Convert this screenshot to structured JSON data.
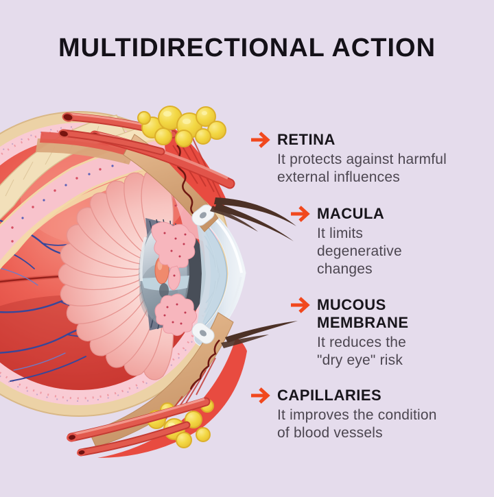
{
  "title": "MULTIDIRECTIONAL ACTION",
  "theme": {
    "background": "#e5dcec",
    "accent_arrow": "#f1481d",
    "heading_color": "#18151b",
    "body_color": "#4c4650"
  },
  "annotations": [
    {
      "id": "retina",
      "heading_lines": [
        "RETINA"
      ],
      "desc_lines": [
        "It protects against harmful",
        "external influences"
      ]
    },
    {
      "id": "macula",
      "heading_lines": [
        "MACULA"
      ],
      "desc_lines": [
        "It limits",
        "degenerative",
        "changes"
      ]
    },
    {
      "id": "mucous-membrane",
      "heading_lines": [
        "MUCOUS",
        "MEMBRANE"
      ],
      "desc_lines": [
        "It reduces the",
        "\"dry eye\" risk"
      ]
    },
    {
      "id": "capillaries",
      "heading_lines": [
        "CAPILLARIES"
      ],
      "desc_lines": [
        "It improves the condition",
        "of blood vessels"
      ]
    }
  ],
  "illustration": {
    "subject": "human eye cross-section anatomy"
  }
}
